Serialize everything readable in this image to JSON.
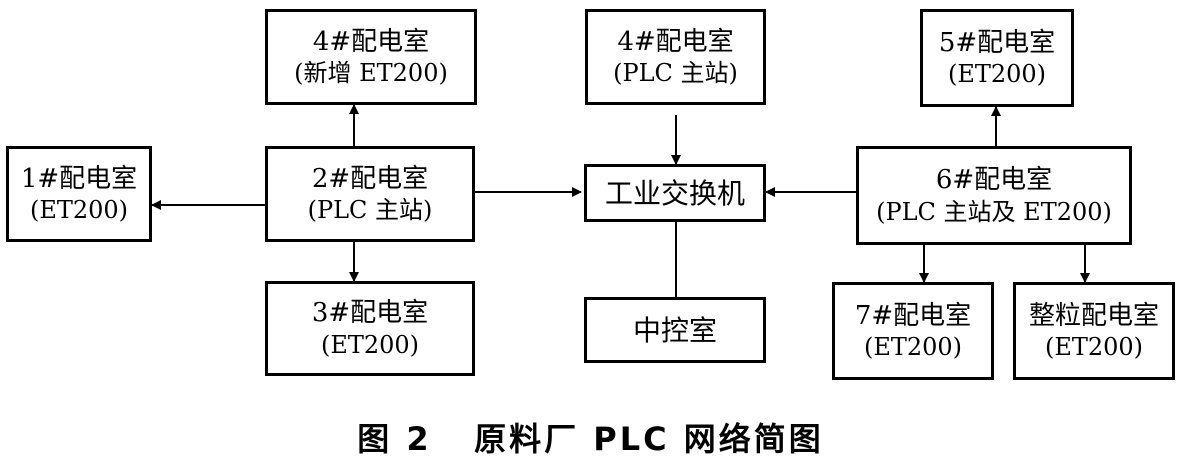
{
  "nodes": {
    "room4_new": {
      "line1": "4#配电室",
      "line2": "(新增 ET200)"
    },
    "room4_plc": {
      "line1": "4#配电室",
      "line2": "(PLC 主站)"
    },
    "room5": {
      "line1": "5#配电室",
      "line2": "(ET200)"
    },
    "room1": {
      "line1": "1#配电室",
      "line2": "(ET200)"
    },
    "room2": {
      "line1": "2#配电室",
      "line2": "(PLC 主站)"
    },
    "switch": {
      "label": "工业交换机"
    },
    "room6": {
      "line1": "6#配电室",
      "line2": "(PLC 主站及 ET200)"
    },
    "room3": {
      "line1": "3#配电室",
      "line2": "(ET200)"
    },
    "control": {
      "label": "中控室"
    },
    "room7": {
      "line1": "7#配电室",
      "line2": "(ET200)"
    },
    "pellet": {
      "line1": "整粒配电室",
      "line2": "(ET200)"
    }
  },
  "caption": "图 2   原料厂 PLC 网络简图"
}
